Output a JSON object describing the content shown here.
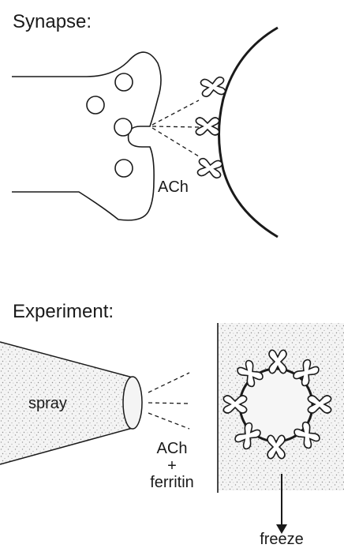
{
  "synapse": {
    "heading": "Synapse:",
    "ach_label": "ACh"
  },
  "experiment": {
    "heading": "Experiment:",
    "spray_label": "spray",
    "ach_label": "ACh",
    "plus_label": "+",
    "ferritin_label": "ferritin",
    "freeze_label": "freeze"
  },
  "colors": {
    "ink": "#1a1a1a",
    "stipple": "#b8b8b8",
    "background": "#ffffff"
  }
}
